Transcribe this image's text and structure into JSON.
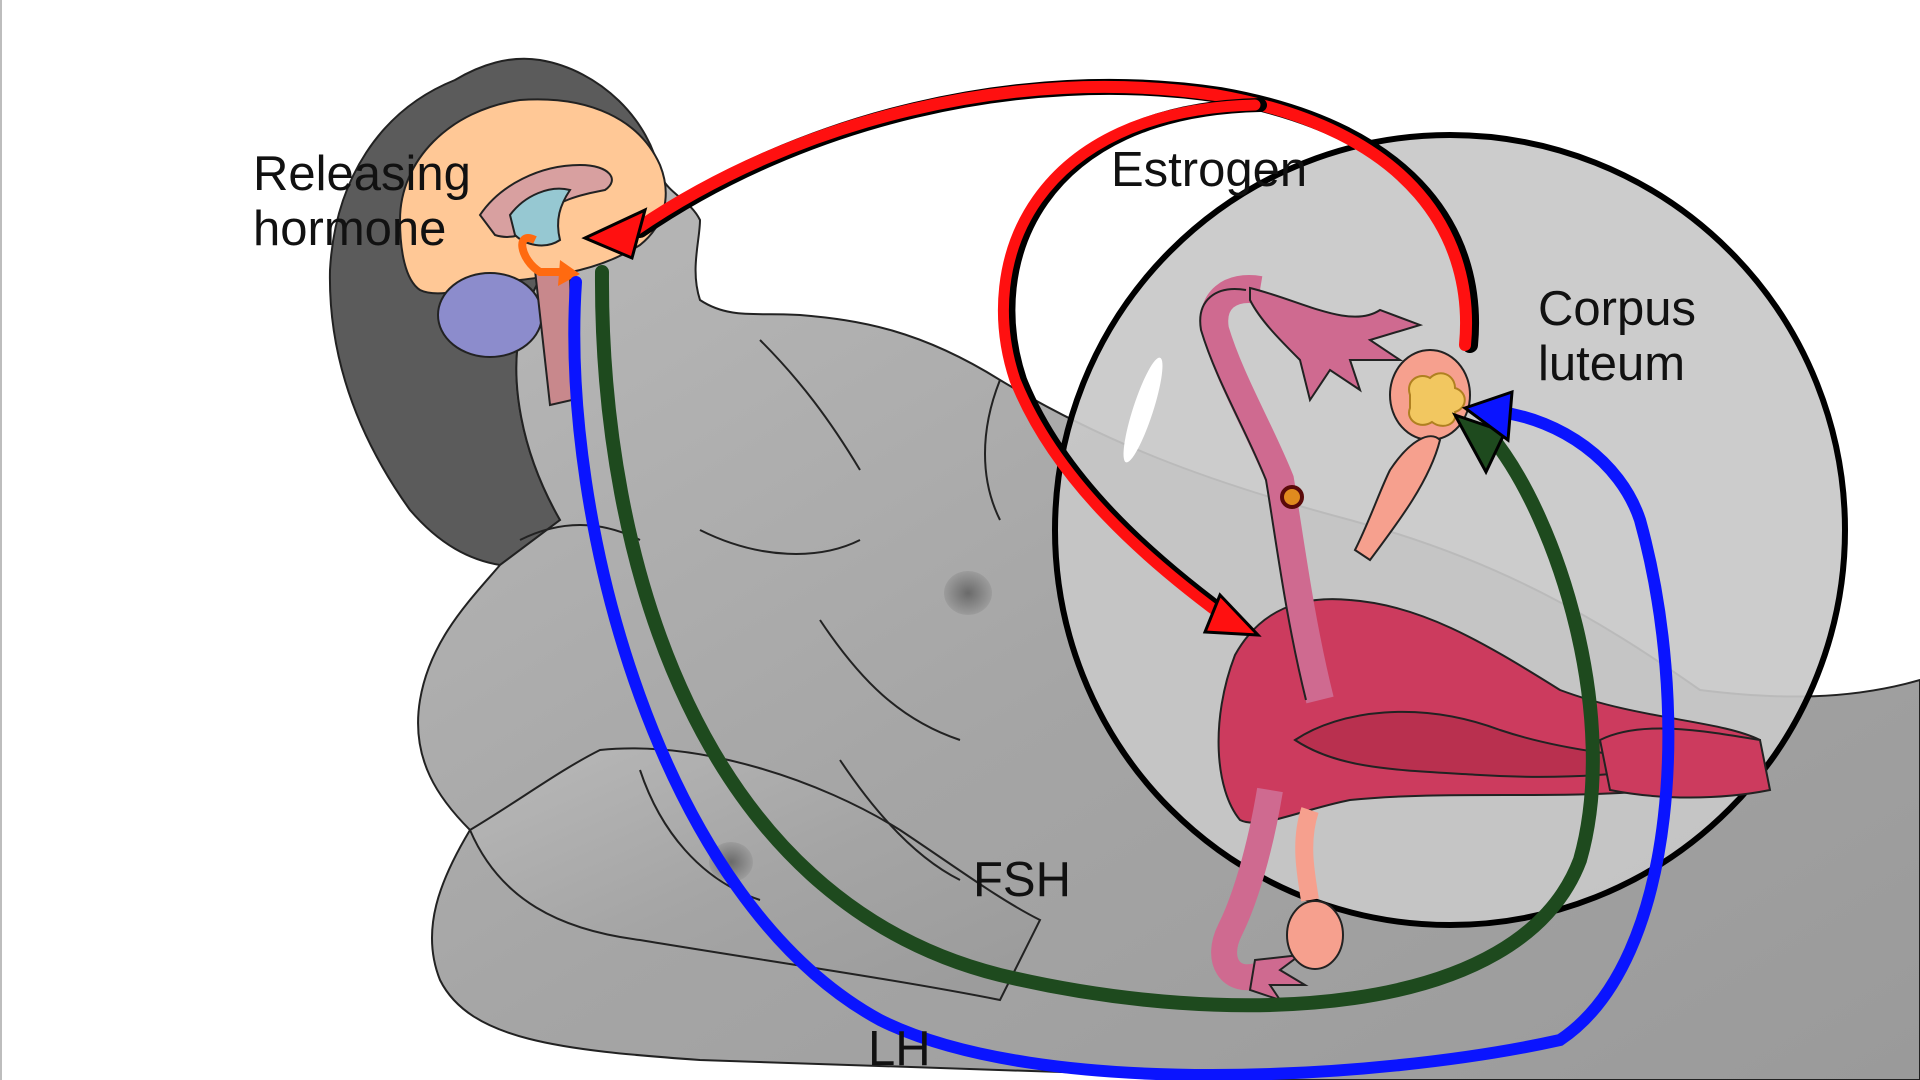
{
  "labels": {
    "releasing_hormone": [
      "Releasing",
      "hormone"
    ],
    "estrogen": "Estrogen",
    "corpus_luteum": [
      "Corpus",
      "luteum"
    ],
    "fsh": "FSH",
    "lh": "LH"
  },
  "colors": {
    "estrogen_arrow": "#ff1010",
    "fsh_arrow": "#1e4a1e",
    "lh_arrow": "#0a14ff",
    "body": "#aaaaaa",
    "hair": "#5b5b5b",
    "brain": "#ffc896",
    "magnifier": "#c8c8c8",
    "uterus": "#cc3b5e",
    "tube": "#cf6a90",
    "ovary": "#f6a08e",
    "corpus_luteum": "#f2c760"
  }
}
